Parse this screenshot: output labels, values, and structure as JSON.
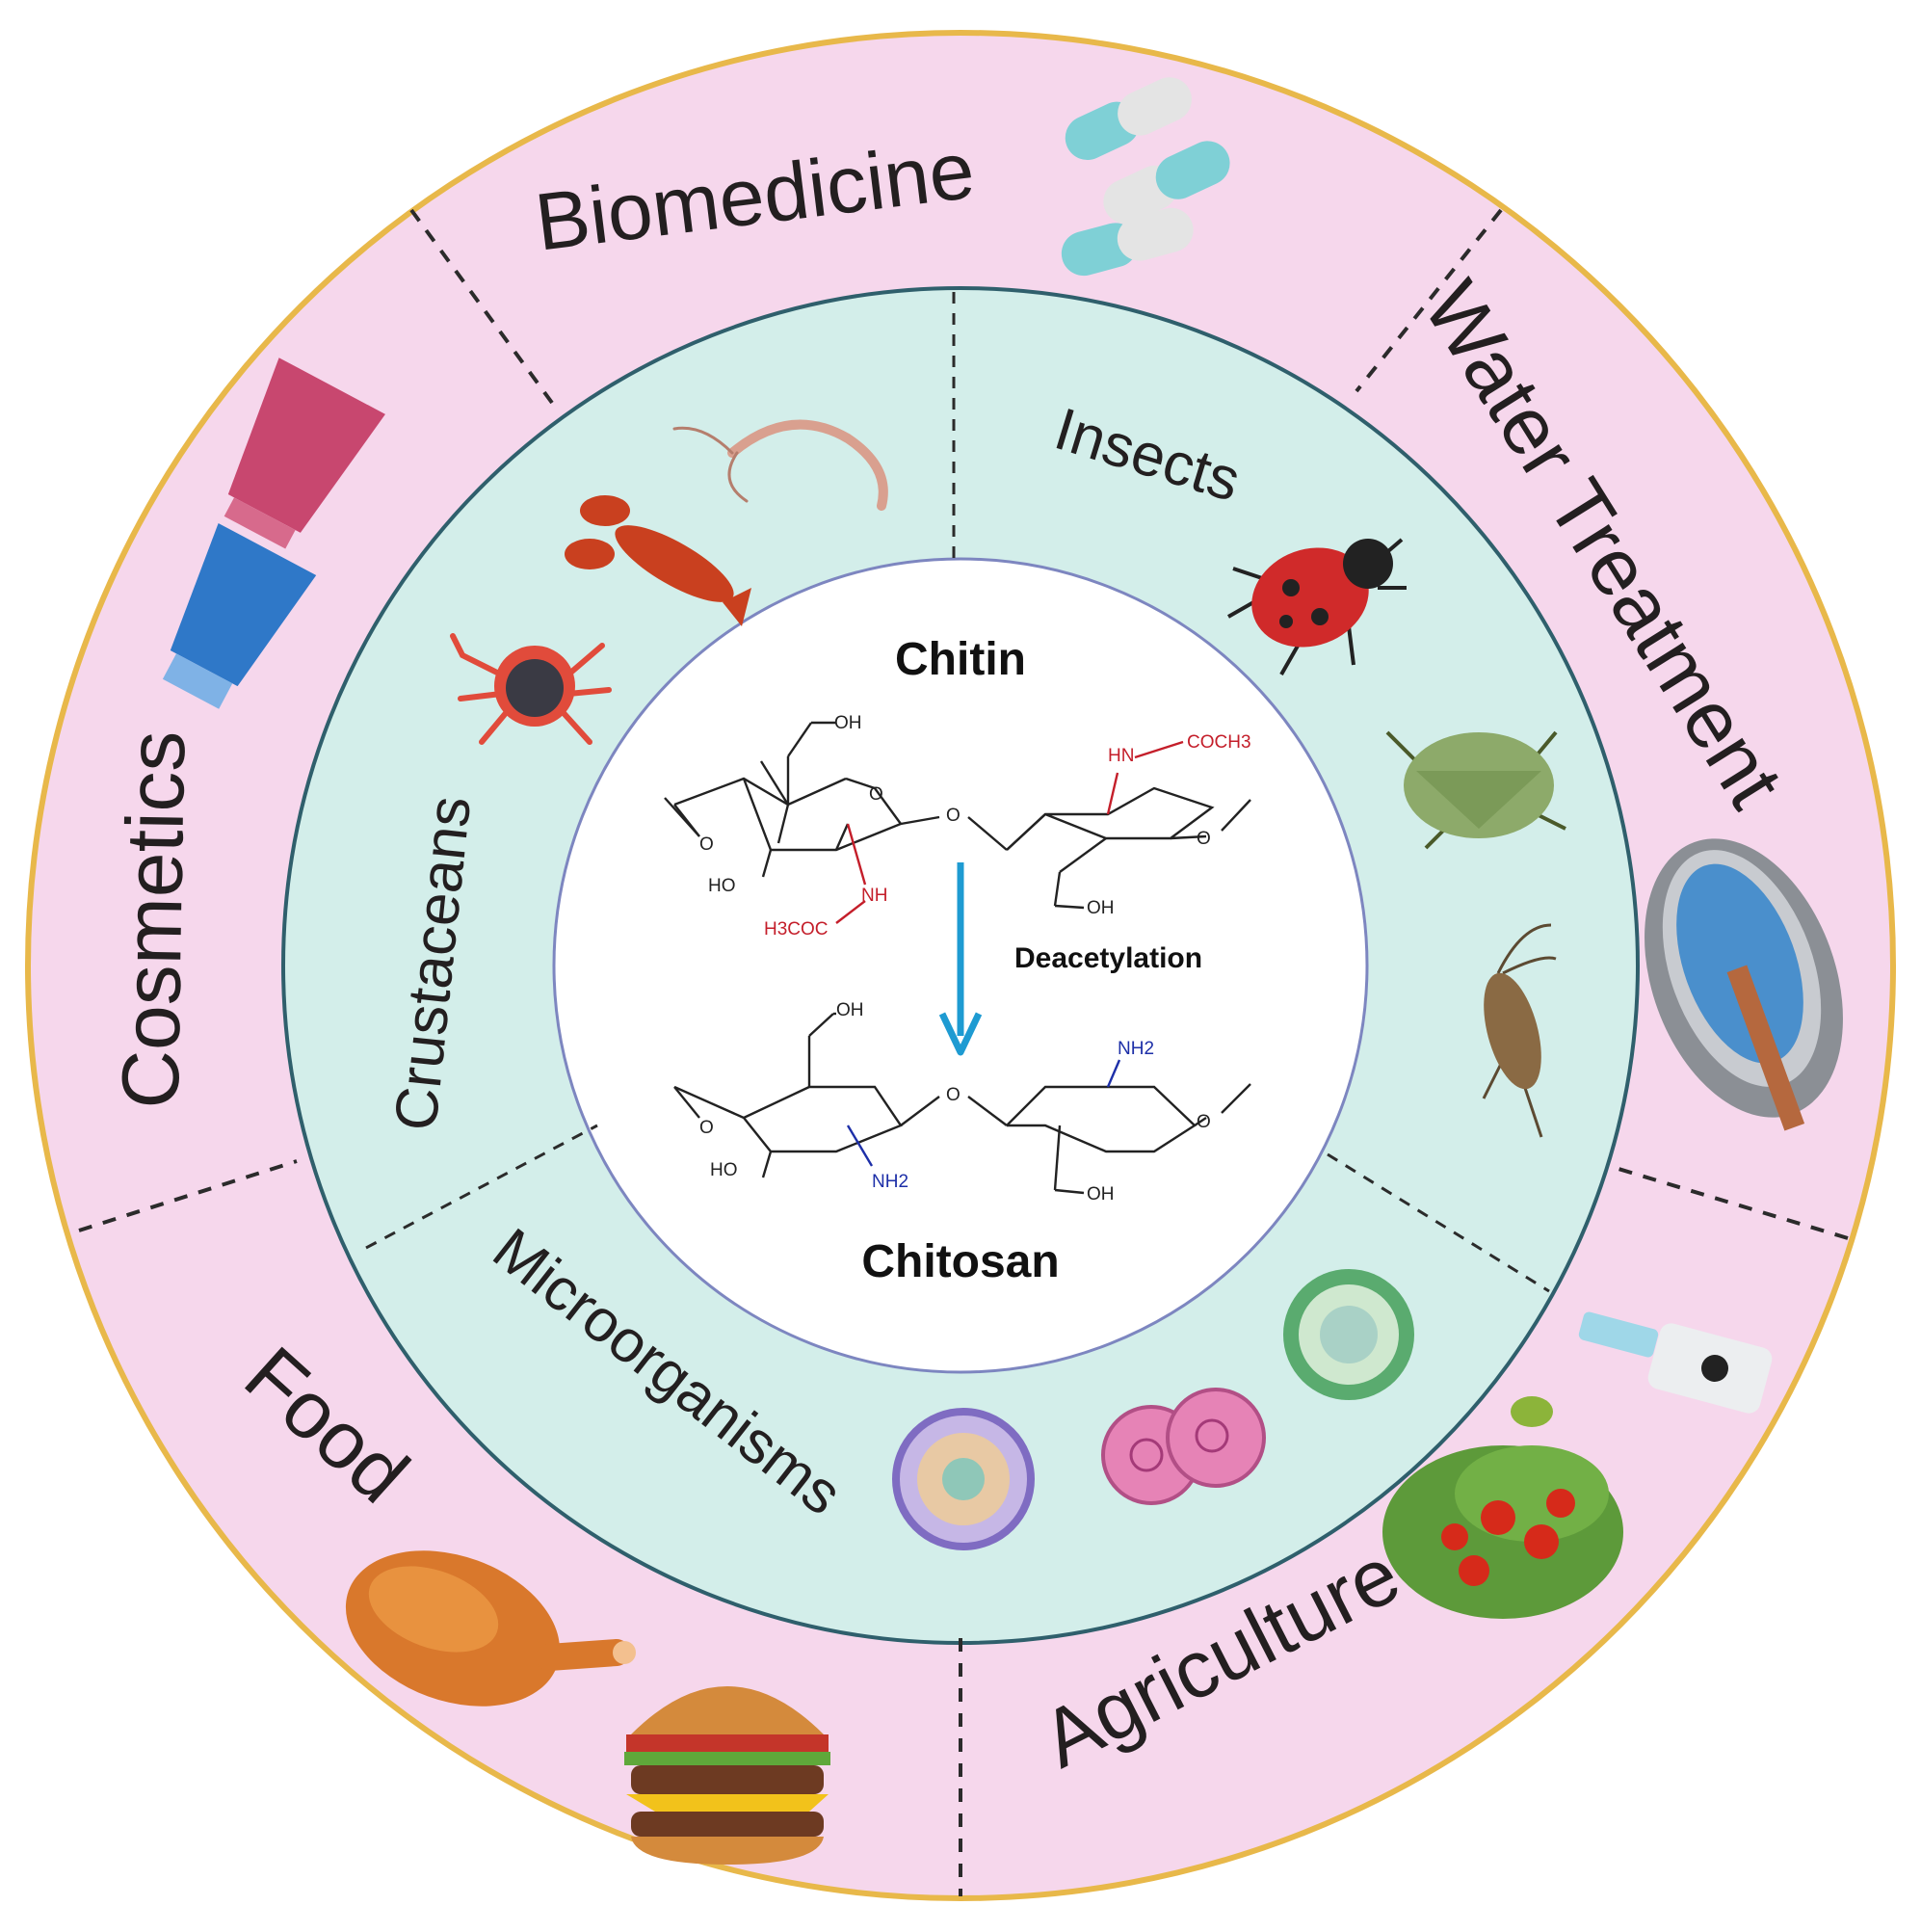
{
  "colors": {
    "outer_ring": "#f6d7ec",
    "outer_border": "#e8b84a",
    "middle_ring": "#d3eeea",
    "middle_border": "#2f5f6c",
    "inner_circle": "#ffffff",
    "inner_border": "#7d86c0",
    "arrow": "#1e9bd2",
    "acetyl_group": "#c41e2a",
    "amine_group": "#1d2fa8"
  },
  "applications": {
    "biomedicine": "Biomedicine",
    "water_treatment": "Water Treatment",
    "agriculture": "Agriculture",
    "food": "Food",
    "cosmetics": "Cosmetics"
  },
  "sources": {
    "crustaceans": "Crustaceans",
    "insects": "Insects",
    "microorganisms": "Microorganisms"
  },
  "center": {
    "chitin": "Chitin",
    "chitosan": "Chitosan",
    "process": "Deacetylation",
    "chitin_labels": {
      "oh_top": "OH",
      "ho_left": "HO",
      "nh": "NH",
      "acetyl_left": "H3COC",
      "hn": "HN",
      "acetyl_right": "COCH3",
      "oh_bottom": "OH",
      "o_ring": "O",
      "o_bridge": "O",
      "o_left": "O",
      "o_right": "O"
    },
    "chitosan_labels": {
      "oh_top": "OH",
      "ho_left": "HO",
      "nh2_left": "NH2",
      "nh2_right": "NH2",
      "oh_bottom": "OH",
      "o_bridge": "O",
      "o_left": "O",
      "o_right": "O"
    }
  },
  "icons": [
    "capsule-icon",
    "tube-icon",
    "shrimp-icon",
    "lobster-icon",
    "crab-icon",
    "ladybug-icon",
    "stink-bug-icon",
    "cricket-icon",
    "microbe-icon",
    "yeast-cell-icon",
    "algae-cell-icon",
    "clarifier-tank-icon",
    "spray-bottle-icon",
    "tomato-plant-icon",
    "roast-chicken-icon",
    "burger-icon"
  ]
}
